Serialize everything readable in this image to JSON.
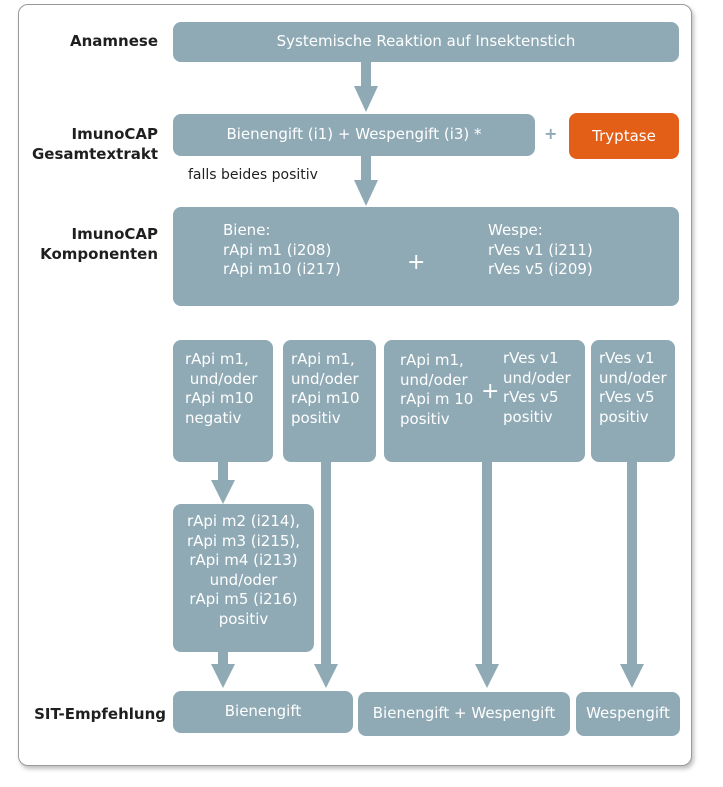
{
  "labels": {
    "anamnese": "Anamnese",
    "gesamtextrakt": [
      "ImunoCAP",
      "Gesamtextrakt"
    ],
    "komponenten": [
      "ImunoCAP",
      "Komponenten"
    ],
    "sit": "SIT-Empfehlung"
  },
  "anamnese_box": "Systemische Reaktion auf Insektenstich",
  "gesamt_box": "Bienengift (i1) + Wespengift (i3) *",
  "gesamt_plus": "+",
  "tryptase": "Tryptase",
  "falls_note": "falls beides positiv",
  "komponenten_box": {
    "biene": [
      "Biene:",
      "rApi m1 (i208)",
      "rApi m10 (i217)"
    ],
    "plus": "+",
    "wespe": [
      "Wespe:",
      "rVes v1 (i211)",
      "rVes v5 (i209)"
    ]
  },
  "results": {
    "a": [
      "rApi m1,",
      " und/oder",
      "rApi m10",
      "negativ"
    ],
    "b": [
      "rApi m1,",
      "und/oder",
      "rApi m10",
      "positiv"
    ],
    "c_left": [
      "rApi m1,",
      "und/oder",
      "rApi m 10",
      "positiv"
    ],
    "c_plus": "+",
    "c_right": [
      "rVes v1",
      "und/oder",
      "rVes v5",
      "positiv"
    ],
    "d": [
      "rVes v1",
      "und/oder",
      "rVes v5",
      "positiv"
    ]
  },
  "secondary": [
    "rApi m2 (i214),",
    "rApi m3 (i215),",
    "rApi m4 (i213)",
    "und/oder",
    "rApi m5 (i216)",
    "positiv"
  ],
  "sit": {
    "biene": "Bienengift",
    "beide": "Bienengift + Wespengift",
    "wespe": "Wespengift"
  },
  "colors": {
    "box": "#8faab5",
    "accent": "#e35f18",
    "text": "#1f1f1f"
  }
}
